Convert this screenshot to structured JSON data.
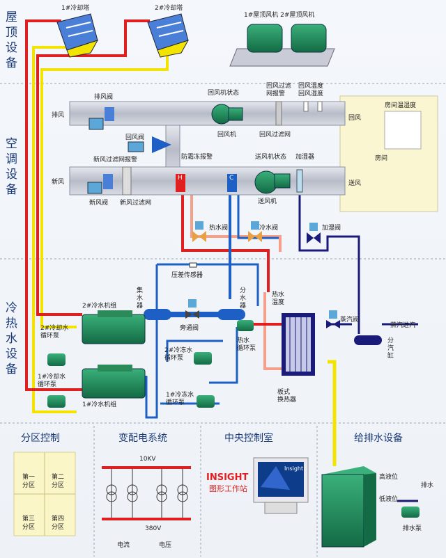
{
  "sections": {
    "roof": "屋顶设备",
    "hvac": "空调设备",
    "chill": "冷热水设备"
  },
  "roof": {
    "tower1": "1#冷却塔",
    "tower2": "2#冷却塔",
    "fans": "1#屋顶风机  2#屋顶风机"
  },
  "hvac": {
    "exhaust_valve": "排风阀",
    "return_fan_status": "回风机状态",
    "return_filter_alarm_1": "回风过滤",
    "return_filter_alarm_2": "网报警",
    "return_temp": "回风温度",
    "return_humid": "回风湿度",
    "room_temp_humid": "房间温湿度",
    "exhaust": "排风",
    "return_air": "回风",
    "return_valve": "回风阀",
    "return_fan": "回风机",
    "return_filter": "回风过滤网",
    "fresh_filter_alarm": "新风过滤网报警",
    "frost_alarm": "防霜冻报警",
    "supply_fan_status": "送风机状态",
    "humidifier": "加湿器",
    "room": "房间",
    "fresh_air": "新风",
    "fresh_valve": "新风阀",
    "fresh_filter": "新风过滤网",
    "supply_fan": "送风机",
    "supply_air": "送风",
    "heat_coil": "H",
    "cool_coil": "C"
  },
  "chill": {
    "hot_valve": "热水阀",
    "cold_valve": "冷水阀",
    "humid_valve": "加湿阀",
    "dp_sensor": "压差传感器",
    "collector": [
      "集",
      "水",
      "器"
    ],
    "distributor": [
      "分",
      "水",
      "器"
    ],
    "bypass": "旁通阀",
    "hot_temp": [
      "热水",
      "温度"
    ],
    "chiller2": "2#冷水机组",
    "chiller1": "1#冷水机组",
    "cw_pump2": [
      "2#冷却水",
      "循环泵"
    ],
    "cw_pump1": [
      "1#冷却水",
      "循环泵"
    ],
    "chw_pump2": [
      "2#冷冻水",
      "循环泵"
    ],
    "chw_pump1": [
      "1#冷冻水",
      "循环泵"
    ],
    "hw_pump": [
      "热水",
      "循环泵"
    ],
    "plate_hx": [
      "板式",
      "换热器"
    ],
    "steam_valve": "蒸汽阀",
    "steam_in": "蒸汽进汽",
    "steam_header": [
      "分",
      "汽",
      "缸"
    ]
  },
  "bottom": {
    "zone_title": "分区控制",
    "zones": [
      "第一\n分区",
      "第二\n分区",
      "第三\n分区",
      "第四\n分区"
    ],
    "power_title": "变配电系统",
    "kv": "10KV",
    "v380": "380V",
    "current": "电流",
    "voltage": "电压",
    "central_title": "中央控制室",
    "insight": "INSIGHT",
    "insight_sub": "图形工作站",
    "monitor_brand": "Insight",
    "water_title": "给排水设备",
    "high_level": "高液位",
    "low_level": "低液位",
    "drain": "排水",
    "drain_pump": "排水泵"
  },
  "colors": {
    "red": "#e02020",
    "blue": "#1d5fc4",
    "yellow": "#f2e400",
    "pink": "#f4a08a",
    "navy": "#1a1a78",
    "green": "#1f8a5a",
    "duct": "#c9ccd6"
  }
}
